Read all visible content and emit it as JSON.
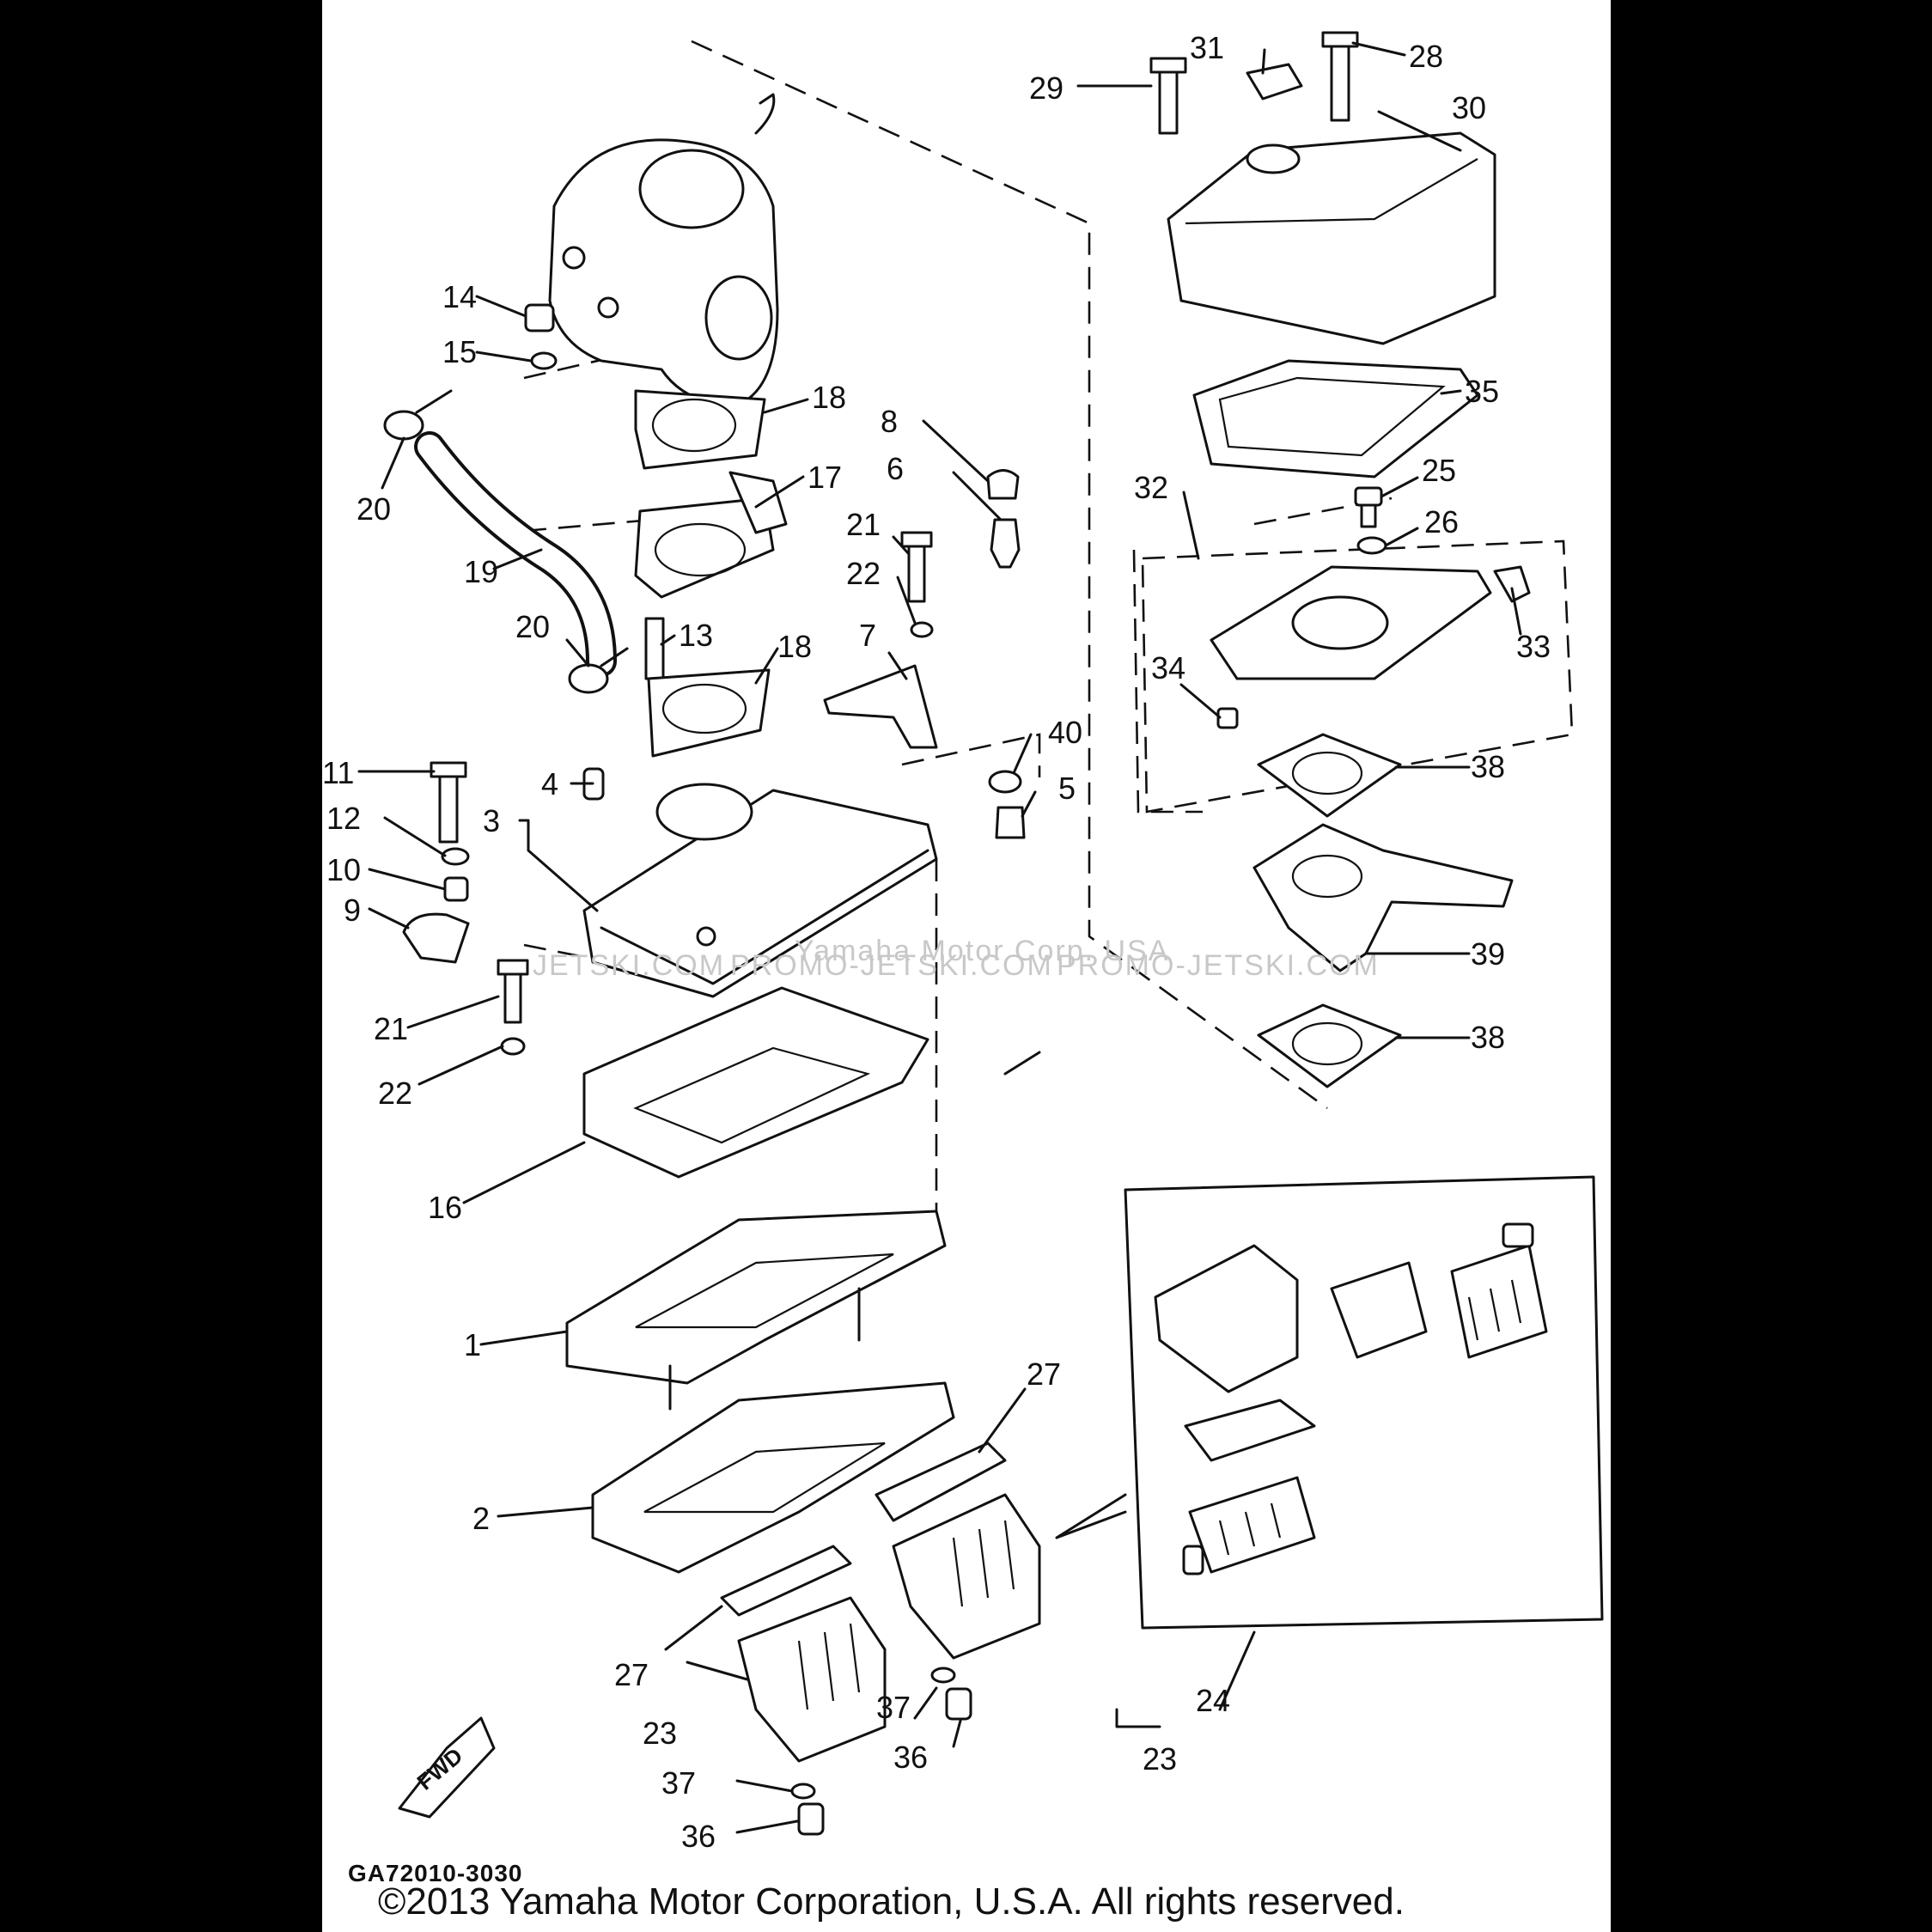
{
  "callouts": [
    {
      "id": "c1",
      "text": "1"
    },
    {
      "id": "c2",
      "text": "2"
    },
    {
      "id": "c3",
      "text": "3"
    },
    {
      "id": "c4",
      "text": "4"
    },
    {
      "id": "c5",
      "text": "5"
    },
    {
      "id": "c6",
      "text": "6"
    },
    {
      "id": "c7",
      "text": "7"
    },
    {
      "id": "c8",
      "text": "8"
    },
    {
      "id": "c9",
      "text": "9"
    },
    {
      "id": "c10",
      "text": "10"
    },
    {
      "id": "c11",
      "text": "11"
    },
    {
      "id": "c12",
      "text": "12"
    },
    {
      "id": "c13",
      "text": "13"
    },
    {
      "id": "c14",
      "text": "14"
    },
    {
      "id": "c15",
      "text": "15"
    },
    {
      "id": "c16",
      "text": "16"
    },
    {
      "id": "c17",
      "text": "17"
    },
    {
      "id": "c18a",
      "text": "18"
    },
    {
      "id": "c18b",
      "text": "18"
    },
    {
      "id": "c19",
      "text": "19"
    },
    {
      "id": "c20a",
      "text": "20"
    },
    {
      "id": "c20b",
      "text": "20"
    },
    {
      "id": "c21a",
      "text": "21"
    },
    {
      "id": "c21b",
      "text": "21"
    },
    {
      "id": "c22a",
      "text": "22"
    },
    {
      "id": "c22b",
      "text": "22"
    },
    {
      "id": "c23a",
      "text": "23"
    },
    {
      "id": "c23b",
      "text": "23"
    },
    {
      "id": "c24",
      "text": "24"
    },
    {
      "id": "c25",
      "text": "25"
    },
    {
      "id": "c26",
      "text": "26"
    },
    {
      "id": "c27a",
      "text": "27"
    },
    {
      "id": "c27b",
      "text": "27"
    },
    {
      "id": "c28",
      "text": "28"
    },
    {
      "id": "c29",
      "text": "29"
    },
    {
      "id": "c30",
      "text": "30"
    },
    {
      "id": "c31",
      "text": "31"
    },
    {
      "id": "c32",
      "text": "32"
    },
    {
      "id": "c33",
      "text": "33"
    },
    {
      "id": "c34",
      "text": "34"
    },
    {
      "id": "c35",
      "text": "35"
    },
    {
      "id": "c36a",
      "text": "36"
    },
    {
      "id": "c36b",
      "text": "36"
    },
    {
      "id": "c37a",
      "text": "37"
    },
    {
      "id": "c37b",
      "text": "37"
    },
    {
      "id": "c38a",
      "text": "38"
    },
    {
      "id": "c38b",
      "text": "38"
    },
    {
      "id": "c39",
      "text": "39"
    },
    {
      "id": "c40",
      "text": "40"
    }
  ],
  "fwd_label": "FWD",
  "diagram_code": "GA72010-3030",
  "watermark_left": "JETSKI.COM",
  "watermark_mid": "PROMO-JETSKI.COM",
  "watermark_note": "Yamaha Motor Corp. USA",
  "watermark_right": "PROMO-JETSKI.COM",
  "copyright": "©2013 Yamaha Motor Corporation, U.S.A. All rights reserved."
}
